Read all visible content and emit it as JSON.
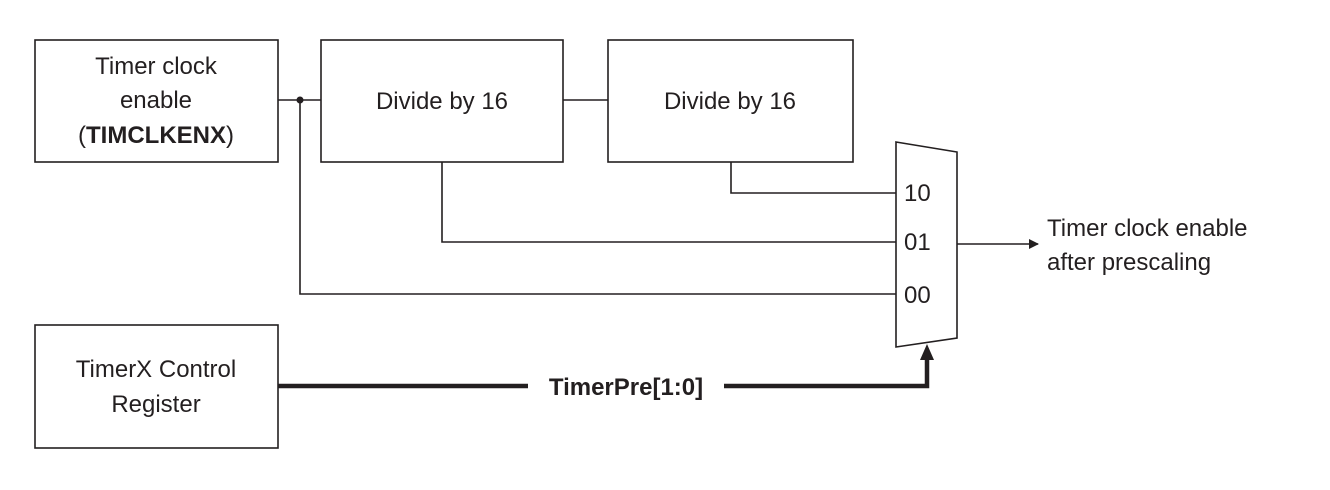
{
  "blocks": {
    "clock_enable": {
      "line1": "Timer clock",
      "line2": "enable",
      "line3_open": "(",
      "line3_bold": "TIMCLKENX",
      "line3_close": ")"
    },
    "divider_1": {
      "label": "Divide by 16"
    },
    "divider_2": {
      "label": "Divide by 16"
    },
    "control_register": {
      "line1": "TimerX Control",
      "line2": "Register"
    }
  },
  "mux": {
    "inputs": [
      "10",
      "01",
      "00"
    ]
  },
  "signals": {
    "prescaler_bus": "TimerPre[1:0]",
    "output_line1": "Timer clock enable",
    "output_line2": "after prescaling"
  },
  "colors": {
    "ink": "#231f20",
    "background": "#ffffff"
  }
}
